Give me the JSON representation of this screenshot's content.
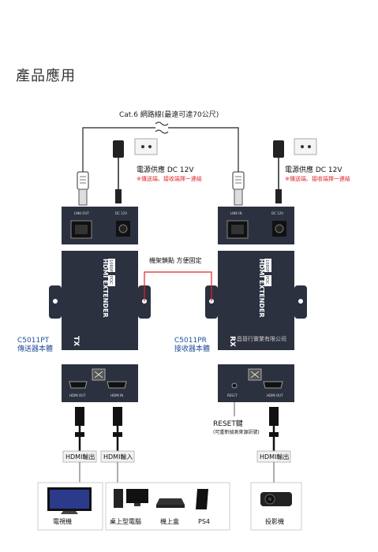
{
  "page_title": "產品應用",
  "cable_label": "Cat.6 網路線(最遠可達70公尺)",
  "power": {
    "tx_label": "電源供應 DC 12V",
    "tx_note": "※傳送端、接收端擇一連結",
    "rx_label": "電源供應 DC 12V",
    "rx_note": "※傳送端、接收端擇一連結"
  },
  "rack_label": "機架鎖點 方便固定",
  "tx": {
    "model": "C5011PT",
    "name": "傳送器本體",
    "port_link_out": "LINK OUT",
    "port_dc": "DC 12V",
    "brand_main": "HDMI EXTENDER",
    "brand_sub": "1080P",
    "brand_poc": "POC",
    "side_mark": "TX",
    "port_hdmi_out": "HDMI OUT",
    "port_hdmi_in": "HDMI IN"
  },
  "rx": {
    "model": "C5011PR",
    "name": "接收器本體",
    "port_link_in": "LINK IN",
    "port_dc": "DC 12V",
    "brand_main": "HDMI EXTENDER",
    "brand_sub": "1080P",
    "brand_poc": "POC",
    "side_mark": "RX",
    "port_reset": "RESET",
    "port_hdmi_out": "HDMI OUT"
  },
  "watermark": "昌晉行實業有限公司",
  "reset_label": "RESET鍵",
  "reset_note": "(可重新偵測來源訊號)",
  "connectors": {
    "tx_out": "HDMI輸出",
    "tx_in": "HDMI輸入",
    "rx_out": "HDMI輸出"
  },
  "devices": {
    "tv": "電視機",
    "pc": "桌上型電腦",
    "stb": "機上盒",
    "ps4": "PS4",
    "projector": "投影機"
  },
  "colors": {
    "box": "#2c3140",
    "box_dark": "#1f2430",
    "red_line": "#e0262b",
    "note_red": "#e0262b",
    "model_blue": "#1f4e9a"
  }
}
